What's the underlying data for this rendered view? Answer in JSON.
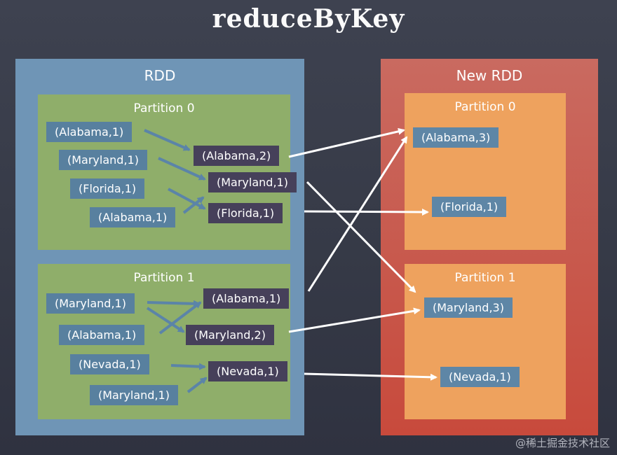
{
  "title": "reduceByKey",
  "rdd": {
    "label": "RDD",
    "partition0": {
      "label": "Partition 0",
      "inputs": [
        "(Alabama,1)",
        "(Maryland,1)",
        "(Florida,1)",
        "(Alabama,1)"
      ],
      "reduced": [
        "(Alabama,2)",
        "(Maryland,1)",
        "(Florida,1)"
      ]
    },
    "partition1": {
      "label": "Partition 1",
      "inputs": [
        "(Maryland,1)",
        "(Alabama,1)",
        "(Nevada,1)",
        "(Maryland,1)"
      ],
      "reduced": [
        "(Alabama,1)",
        "(Maryland,2)",
        "(Nevada,1)"
      ]
    }
  },
  "new_rdd": {
    "label": "New RDD",
    "partition0": {
      "label": "Partition 0",
      "items": [
        "(Alabama,3)",
        "(Florida,1)"
      ]
    },
    "partition1": {
      "label": "Partition 1",
      "items": [
        "(Maryland,3)",
        "(Nevada,1)"
      ]
    }
  },
  "watermark": "@稀土掘金技术社区",
  "colors": {
    "background": "#3a3e4c",
    "rdd_container": "#6f95b6",
    "rdd_partition": "#8fae6a",
    "new_rdd_container": "#c84a3c",
    "new_rdd_partition": "#eea25e",
    "input_pill": "#58809f",
    "reduced_pill": "#46405a",
    "arrow": "#ffffff"
  }
}
